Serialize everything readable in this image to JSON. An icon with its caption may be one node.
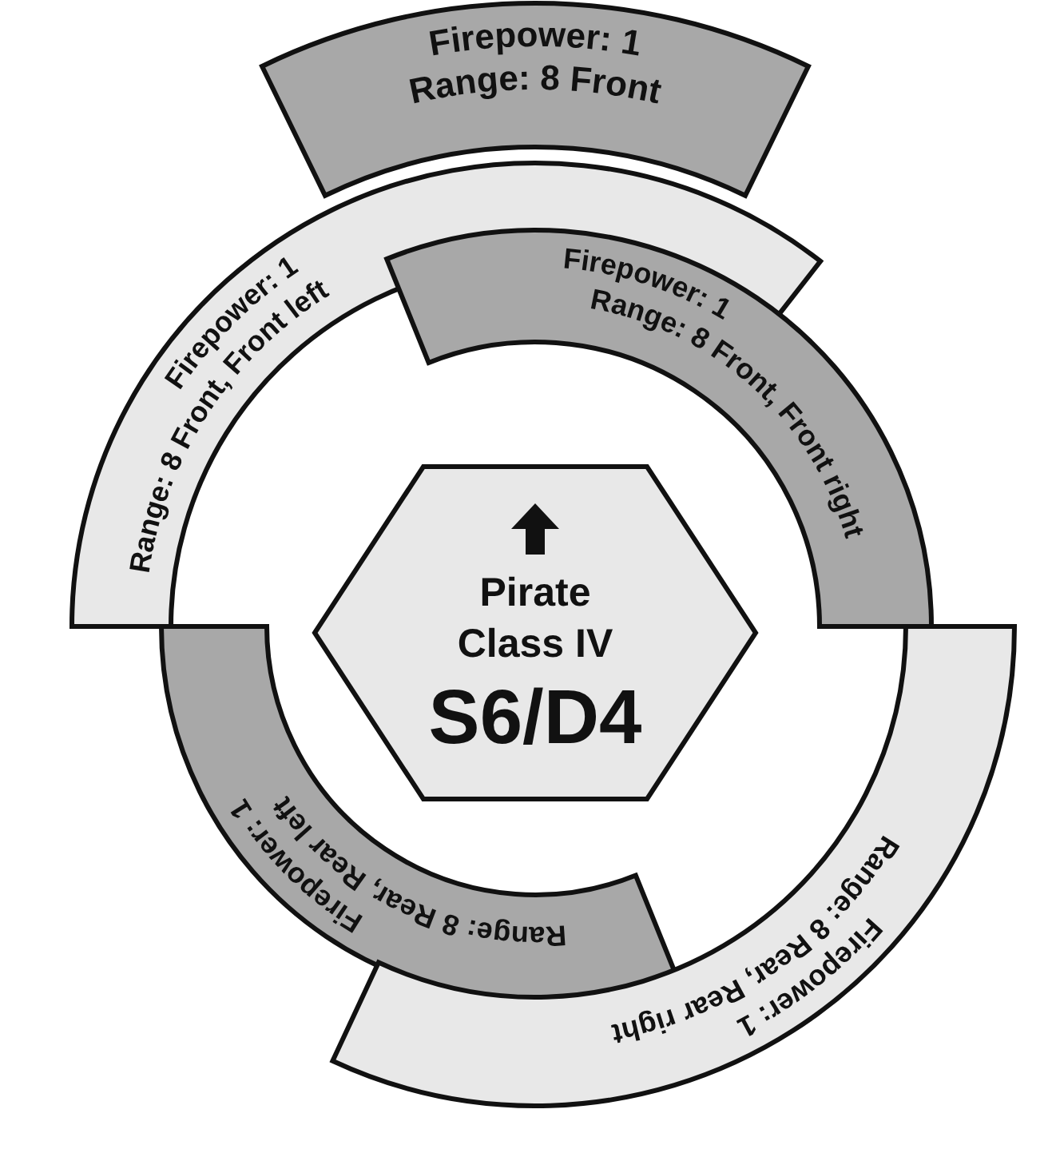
{
  "diagram": {
    "nodes": [
      {
        "text": [
          "Firepower: 1",
          "Range: 8 Front"
        ]
      },
      {
        "text": [
          "Firepower: 1",
          "Range: 8 Front, Front left"
        ]
      },
      {
        "text": [
          "Firepower: 1",
          "Range: 8 Front, Front right"
        ]
      },
      {
        "text": [
          "Pirate Class IV",
          "S6/D4"
        ]
      },
      {
        "text": [
          "Firepower: 1",
          "Range: 8 Rear, Rear left"
        ]
      },
      {
        "text": [
          "Firepower: 1",
          "Range: 8 Rear, Rear right"
        ]
      }
    ],
    "edges": []
  }
}
